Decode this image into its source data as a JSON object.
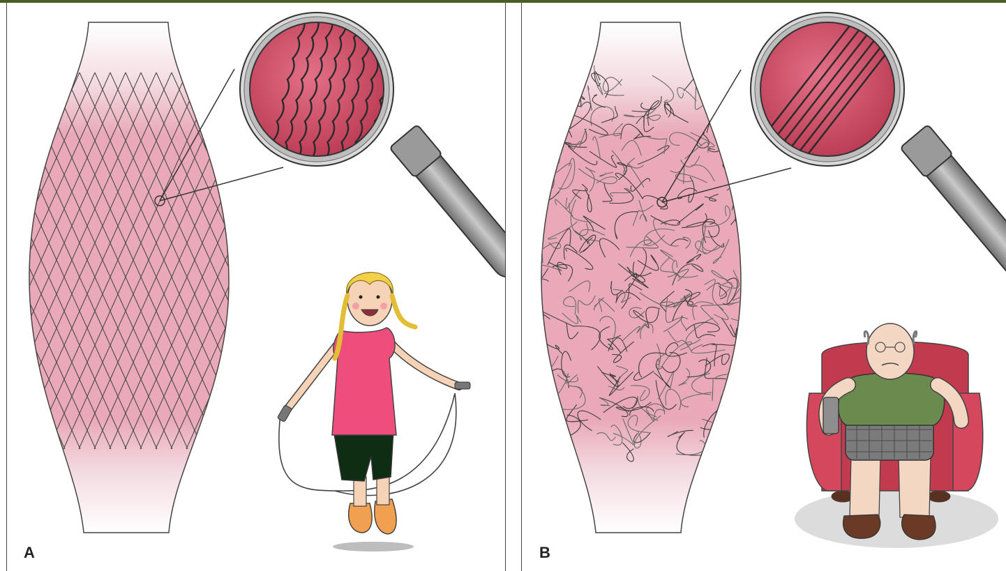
{
  "panels": [
    {
      "label": "A",
      "fibers": "organized",
      "figure": "girl-jumping-rope"
    },
    {
      "label": "B",
      "fibers": "disorganized",
      "figure": "old-man-in-armchair"
    }
  ],
  "colors": {
    "frame_bar": "#4b5e22",
    "muscle_pink": "#e9a3b4",
    "lens_red": "#c9485f",
    "fiber_dark": "#3a3a3a",
    "handle_gray": "#8a8a8a"
  }
}
